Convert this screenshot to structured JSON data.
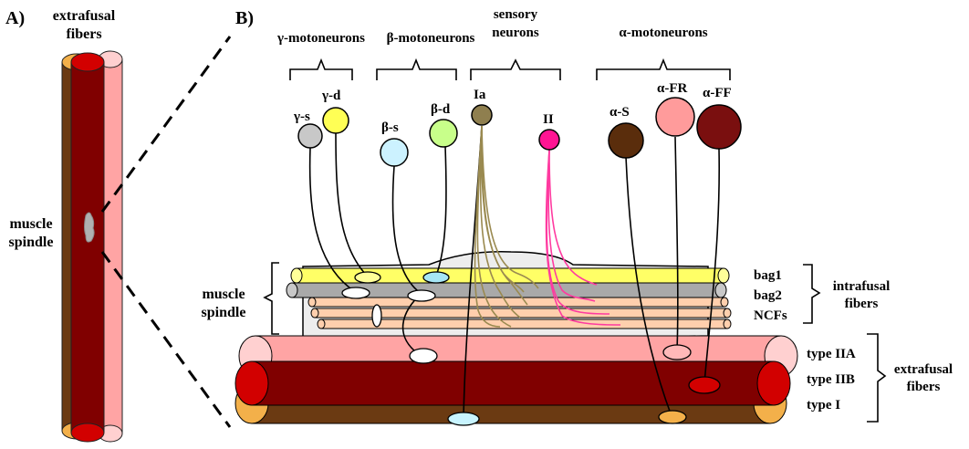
{
  "panels": {
    "a": "A)",
    "b": "B)"
  },
  "panel_a": {
    "extrafusal_label_line1": "extrafusal",
    "extrafusal_label_line2": "fibers",
    "spindle_label_line1": "muscle",
    "spindle_label_line2": "spindle"
  },
  "groups": {
    "gamma": "γ-motoneurons",
    "beta": "β-motoneurons",
    "sensory_line1": "sensory",
    "sensory_line2": "neurons",
    "alpha": "α-motoneurons"
  },
  "neurons": {
    "gamma_s": "γ-s",
    "gamma_d": "γ-d",
    "beta_s": "β-s",
    "beta_d": "β-d",
    "ia": "Ia",
    "ii": "II",
    "alpha_s": "α-S",
    "alpha_fr": "α-FR",
    "alpha_ff": "α-FF"
  },
  "spindle": {
    "label_line1": "muscle",
    "label_line2": "spindle",
    "bag1": "bag1",
    "bag2": "bag2",
    "ncfs": "NCFs",
    "intrafusal_line1": "intrafusal",
    "intrafusal_line2": "fibers"
  },
  "extrafusal": {
    "type_iia": "type IIA",
    "type_iib": "type IIB",
    "type_i": "type I",
    "label_line1": "extrafusal",
    "label_line2": "fibers"
  },
  "colors": {
    "gamma_s": "#c8c8c8",
    "gamma_d": "#ffff55",
    "beta_s": "#ccf2ff",
    "beta_d": "#c8ff8a",
    "ia": "#8f7f4f",
    "ii": "#ff1493",
    "alpha_s": "#5a2d0c",
    "alpha_fr": "#ff9b9b",
    "alpha_ff": "#7a0f0f",
    "bag1": "#ffff66",
    "bag2": "#a9a9a9",
    "ncf": "#ffcfad",
    "type_iia": "#ffa4a4",
    "type_iib": "#800000",
    "type_i": "#6b3a12",
    "ia_axon": "#9a8a50",
    "ii_axon": "#ff3aa0"
  }
}
